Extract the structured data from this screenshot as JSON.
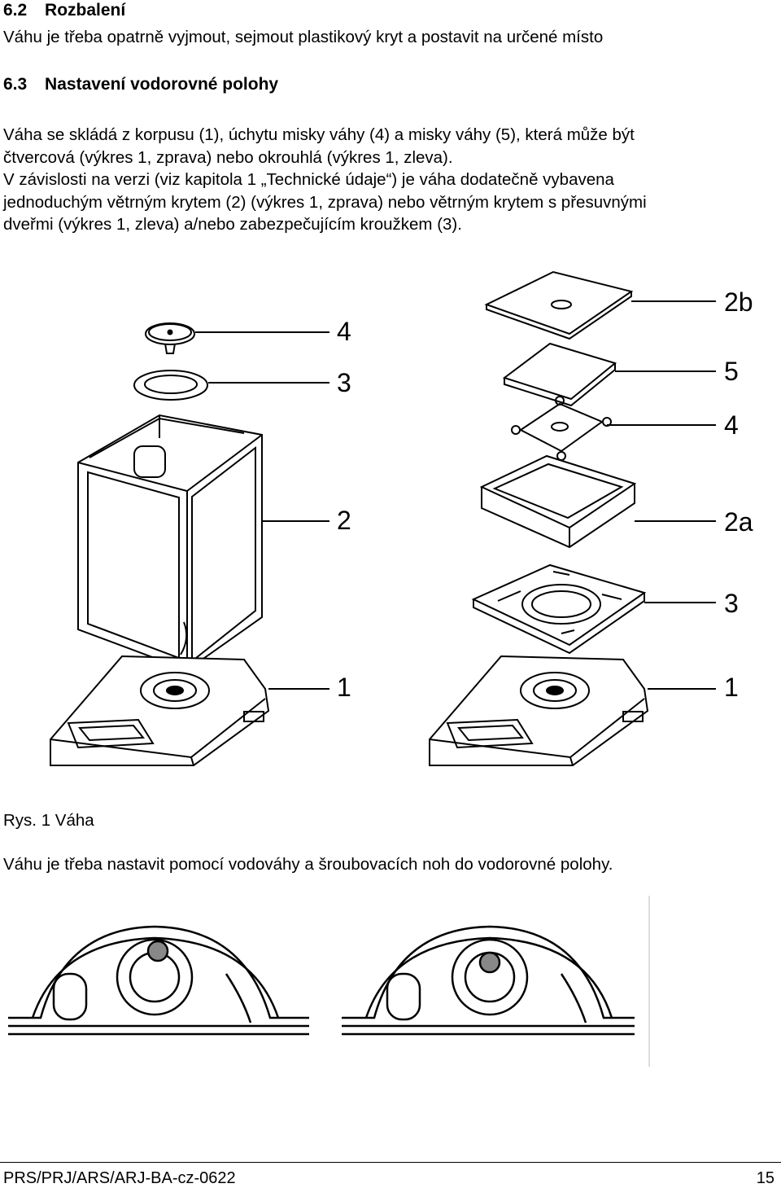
{
  "section_62": {
    "number": "6.2",
    "title": "Rozbalení",
    "text": "Váhu je třeba opatrně vyjmout, sejmout plastikový kryt a postavit  na určené místo"
  },
  "section_63": {
    "number": "6.3",
    "title": "Nastavení vodorovné polohy",
    "lines": [
      "Váha se skládá z  korpusu  (1), úchytu misky váhy  (4) a misky váhy (5), která může být",
      "čtvercová (výkres  1, zprava) nebo  okrouhlá (výkres  1, zleva).",
      "V závislosti na verzi  (viz kapitola 1 „Technické údaje“) je váha dodatečně vybavena",
      "jednoduchým větrným krytem (2)  (výkres  1, zprava) nebo větrným krytem s přesuvnými",
      "dveřmi (výkres  1, zleva)  a/nebo  zabezpečujícím kroužkem (3)."
    ]
  },
  "figure1": {
    "left_labels": [
      "4",
      "3",
      "2",
      "1"
    ],
    "right_labels": [
      "2b",
      "5",
      "4",
      "2a",
      "3",
      "1"
    ],
    "caption": "Rys. 1 Váha"
  },
  "leveling_text": "Váhu je třeba nastavit pomocí vodováhy a šroubovacích noh do vodorovné polohy.",
  "footer": {
    "doc_code": "PRS/PRJ/ARS/ARJ-BA-cz-0622",
    "page": "15"
  }
}
